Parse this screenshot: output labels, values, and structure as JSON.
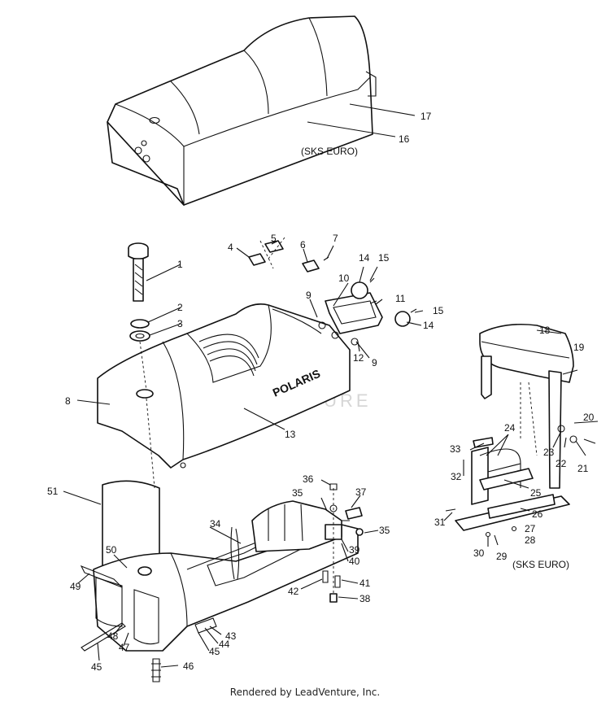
{
  "diagram": {
    "captions": {
      "seat_variant": "(SKS EURO)",
      "backrest_variant": "(SKS EURO)"
    },
    "watermark": "LEADVENTURE",
    "tank_brand": "POLARIS",
    "footer": "Rendered by LeadVenture, Inc.",
    "labels": [
      {
        "id": "1",
        "text": "1"
      },
      {
        "id": "2",
        "text": "2"
      },
      {
        "id": "3",
        "text": "3"
      },
      {
        "id": "4",
        "text": "4"
      },
      {
        "id": "5",
        "text": "5"
      },
      {
        "id": "6",
        "text": "6"
      },
      {
        "id": "7",
        "text": "7"
      },
      {
        "id": "8",
        "text": "8"
      },
      {
        "id": "9a",
        "text": "9"
      },
      {
        "id": "9b",
        "text": "9"
      },
      {
        "id": "10",
        "text": "10"
      },
      {
        "id": "11",
        "text": "11"
      },
      {
        "id": "12",
        "text": "12"
      },
      {
        "id": "13",
        "text": "13"
      },
      {
        "id": "14a",
        "text": "14"
      },
      {
        "id": "14b",
        "text": "14"
      },
      {
        "id": "15a",
        "text": "15"
      },
      {
        "id": "15b",
        "text": "15"
      },
      {
        "id": "16",
        "text": "16"
      },
      {
        "id": "17",
        "text": "17"
      },
      {
        "id": "18",
        "text": "18"
      },
      {
        "id": "19",
        "text": "19"
      },
      {
        "id": "20",
        "text": "20"
      },
      {
        "id": "21",
        "text": "21"
      },
      {
        "id": "22",
        "text": "22"
      },
      {
        "id": "23",
        "text": "23"
      },
      {
        "id": "24",
        "text": "24"
      },
      {
        "id": "25",
        "text": "25"
      },
      {
        "id": "26",
        "text": "26"
      },
      {
        "id": "27",
        "text": "27"
      },
      {
        "id": "28",
        "text": "28"
      },
      {
        "id": "29",
        "text": "29"
      },
      {
        "id": "30",
        "text": "30"
      },
      {
        "id": "31",
        "text": "31"
      },
      {
        "id": "32",
        "text": "32"
      },
      {
        "id": "33",
        "text": "33"
      },
      {
        "id": "34",
        "text": "34"
      },
      {
        "id": "35a",
        "text": "35"
      },
      {
        "id": "35b",
        "text": "35"
      },
      {
        "id": "36",
        "text": "36"
      },
      {
        "id": "37",
        "text": "37"
      },
      {
        "id": "38",
        "text": "38"
      },
      {
        "id": "39",
        "text": "39"
      },
      {
        "id": "40",
        "text": "40"
      },
      {
        "id": "41",
        "text": "41"
      },
      {
        "id": "42",
        "text": "42"
      },
      {
        "id": "43",
        "text": "43"
      },
      {
        "id": "44",
        "text": "44"
      },
      {
        "id": "45a",
        "text": "45"
      },
      {
        "id": "45b",
        "text": "45"
      },
      {
        "id": "46",
        "text": "46"
      },
      {
        "id": "47",
        "text": "47"
      },
      {
        "id": "48",
        "text": "48"
      },
      {
        "id": "49",
        "text": "49"
      },
      {
        "id": "50",
        "text": "50"
      },
      {
        "id": "51",
        "text": "51"
      }
    ]
  }
}
